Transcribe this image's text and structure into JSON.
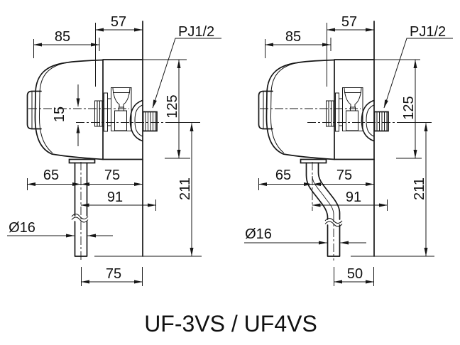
{
  "title": "UF-3VS / UF4VS",
  "colors": {
    "line": "#161616",
    "background": "#ffffff",
    "text": "#111111"
  },
  "left_diagram": {
    "dim_body_top_width": "85",
    "dim_wall_to_nut": "57",
    "thread_type": "PJ1/2",
    "dim_body_height": "125",
    "dim_center_offset": "15",
    "dim_front_to_pipe": "65",
    "dim_pipe_to_wall": "75",
    "dim_pipe_to_thread_tip": "91",
    "dim_total_height": "211",
    "dim_pipe_diameter": "Ø16",
    "dim_pipe_to_wall_bottom": "75"
  },
  "right_diagram": {
    "dim_body_top_width": "85",
    "dim_wall_to_nut": "57",
    "thread_type": "PJ1/2",
    "dim_body_height": "125",
    "dim_front_to_pipe": "65",
    "dim_pipe_to_wall": "75",
    "dim_pipe_to_thread_tip": "91",
    "dim_total_height": "211",
    "dim_pipe_diameter": "Ø16",
    "dim_pipe_to_wall_bottom": "50"
  }
}
